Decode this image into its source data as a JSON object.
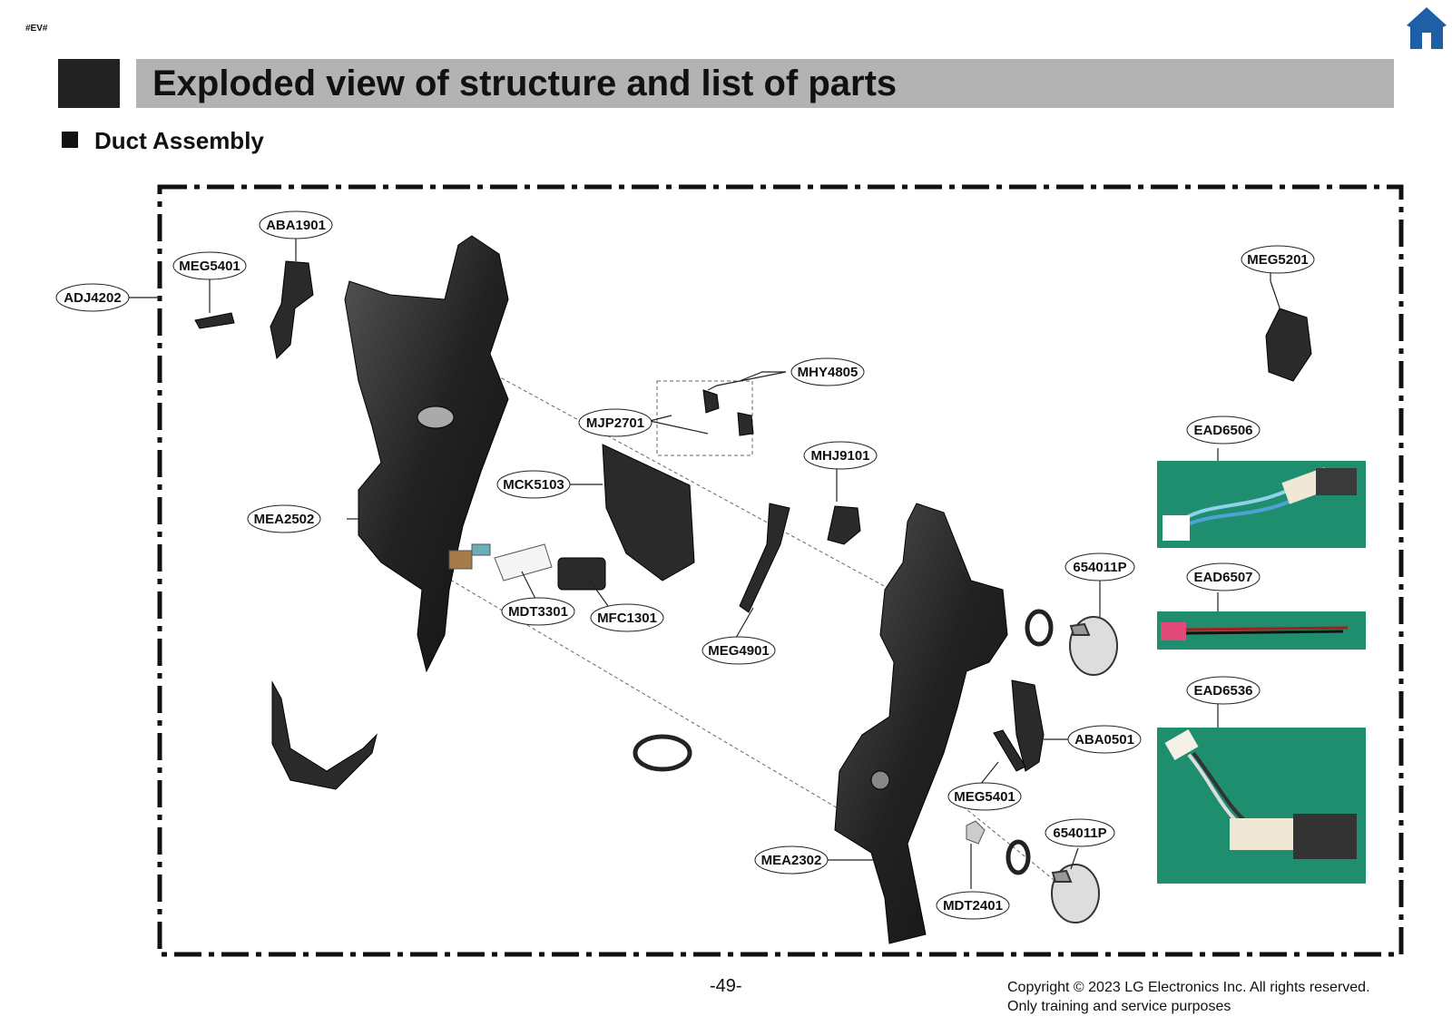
{
  "header": {
    "tag": "#EV#",
    "title": "Exploded view of structure and list of parts"
  },
  "section": {
    "title": "Duct Assembly"
  },
  "parts": [
    {
      "code": "ABA1901"
    },
    {
      "code": "MEG5401"
    },
    {
      "code": "ADJ4202"
    },
    {
      "code": "MEG5201"
    },
    {
      "code": "MHY4805"
    },
    {
      "code": "MJP2701"
    },
    {
      "code": "MHJ9101"
    },
    {
      "code": "EAD6506"
    },
    {
      "code": "MCK5103"
    },
    {
      "code": "MEA2502"
    },
    {
      "code": "654011P"
    },
    {
      "code": "EAD6507"
    },
    {
      "code": "MDT3301"
    },
    {
      "code": "MFC1301"
    },
    {
      "code": "MEG4901"
    },
    {
      "code": "EAD6536"
    },
    {
      "code": "ABA0501"
    },
    {
      "code": "MEG5401"
    },
    {
      "code": "654011P"
    },
    {
      "code": "MEA2302"
    },
    {
      "code": "MDT2401"
    }
  ],
  "footer": {
    "page": "-49-",
    "copyright_line1": "Copyright © 2023 LG Electronics Inc. All rights reserved.",
    "copyright_line2": "Only training and service purposes"
  },
  "colors": {
    "title_block": "#222222",
    "title_bar": "#b3b3b3",
    "home_icon": "#1f5fa8",
    "photo_bg": "#1f8e6e"
  }
}
